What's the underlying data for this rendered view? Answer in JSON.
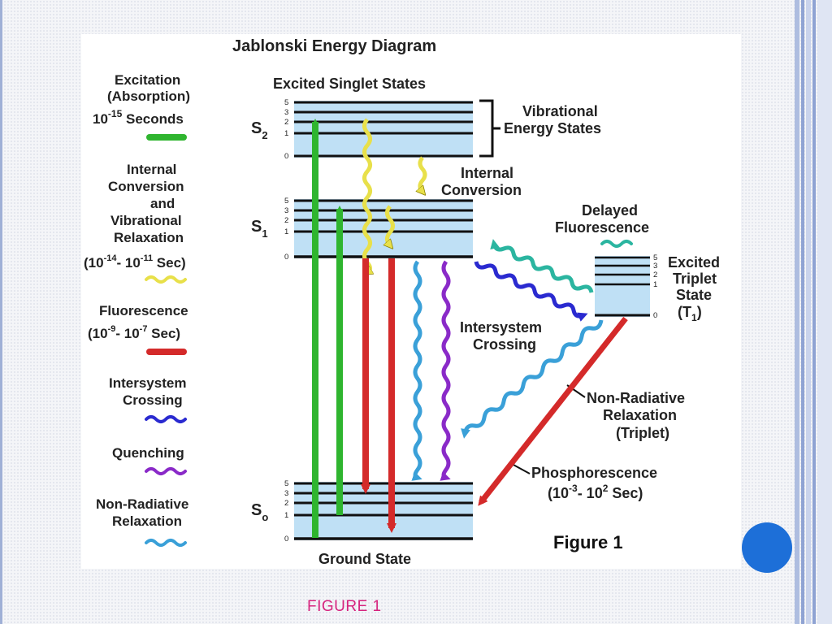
{
  "slide": {
    "caption": "FIGURE  1",
    "accent_color": "#1d6fd8",
    "caption_color": "#d6247e"
  },
  "diagram": {
    "title": "Jablonski Energy Diagram",
    "figure_label": "Figure 1",
    "states": {
      "excited_singlet_header": "Excited Singlet States",
      "ground_state": "Ground State",
      "s2": "S",
      "s2_sub": "2",
      "s1": "S",
      "s1_sub": "1",
      "s0": "S",
      "s0_sub": "o",
      "triplet_lines": [
        "Excited",
        "Triplet",
        "State",
        "(T",
        "1",
        ")"
      ],
      "vibration_levels": [
        "5",
        "3",
        "2",
        "1",
        "0"
      ]
    },
    "annotations": {
      "vibrational_energy_states": [
        "Vibrational",
        "Energy States"
      ],
      "internal_conversion": [
        "Internal",
        "Conversion"
      ],
      "delayed_fluorescence": [
        "Delayed",
        "Fluorescence"
      ],
      "intersystem_crossing": [
        "Intersystem",
        "Crossing"
      ],
      "non_radiative_triplet": [
        "Non-Radiative",
        "Relaxation",
        "(Triplet)"
      ],
      "phosphorescence": "Phosphorescence",
      "phosphorescence_time": {
        "a": "(10",
        "exp_a": "-3",
        "b": "- 10",
        "exp_b": "2",
        "c": " Sec)"
      }
    },
    "legend": {
      "excitation": {
        "lines": [
          "Excitation",
          "(Absorption)"
        ],
        "time": {
          "a": "10",
          "exp": "-15",
          "b": " Seconds"
        },
        "color": "#2fb52f"
      },
      "internal_conversion": {
        "lines": [
          "Internal",
          "Conversion",
          "and",
          "Vibrational",
          "Relaxation"
        ],
        "time": {
          "a": "(10",
          "exp_a": "-14",
          "b": "- 10",
          "exp_b": "-11",
          "c": " Sec)"
        },
        "color": "#e8e04a"
      },
      "fluorescence": {
        "lines": [
          "Fluorescence"
        ],
        "time": {
          "a": "(10",
          "exp_a": "-9",
          "b": "- 10",
          "exp_b": "-7",
          "c": " Sec)"
        },
        "color": "#d42a2a"
      },
      "intersystem_crossing": {
        "lines": [
          "Intersystem",
          "Crossing"
        ],
        "color": "#2a2ad0"
      },
      "quenching": {
        "lines": [
          "Quenching"
        ],
        "color": "#8a2ac8"
      },
      "non_radiative": {
        "lines": [
          "Non-Radiative",
          "Relaxation"
        ],
        "color": "#3aa0d8"
      }
    },
    "colors": {
      "band_fill": "#bfe0f5",
      "level_line": "#111111",
      "delayed_fluorescence": "#2bb5a0"
    }
  }
}
